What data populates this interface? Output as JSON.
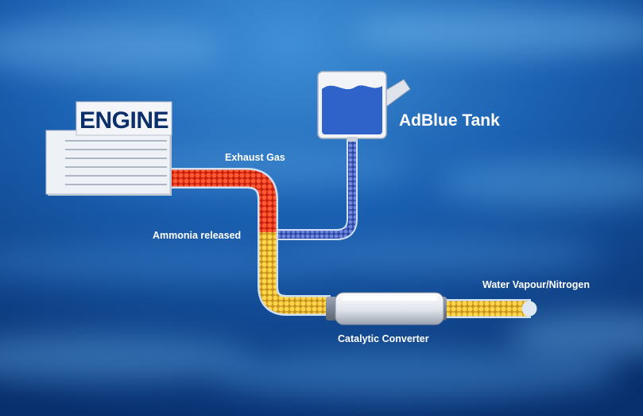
{
  "engine": {
    "title": "ENGINE"
  },
  "tank": {
    "label": "AdBlue Tank"
  },
  "labels": {
    "exhaust": "Exhaust Gas",
    "ammonia": "Ammonia released",
    "catalytic": "Catalytic Converter",
    "output": "Water Vapour/Nitrogen"
  },
  "colors": {
    "sky_dark": "#0a3a80",
    "sky_light": "#3f8fd6",
    "exhaust": "#e8321f",
    "adblue": "#4a64c8",
    "ammonia": "#e8c23a",
    "engine_body": "#eef1f6",
    "tank_body": "#f2f4f8",
    "tank_fluid": "#2f63c9"
  }
}
